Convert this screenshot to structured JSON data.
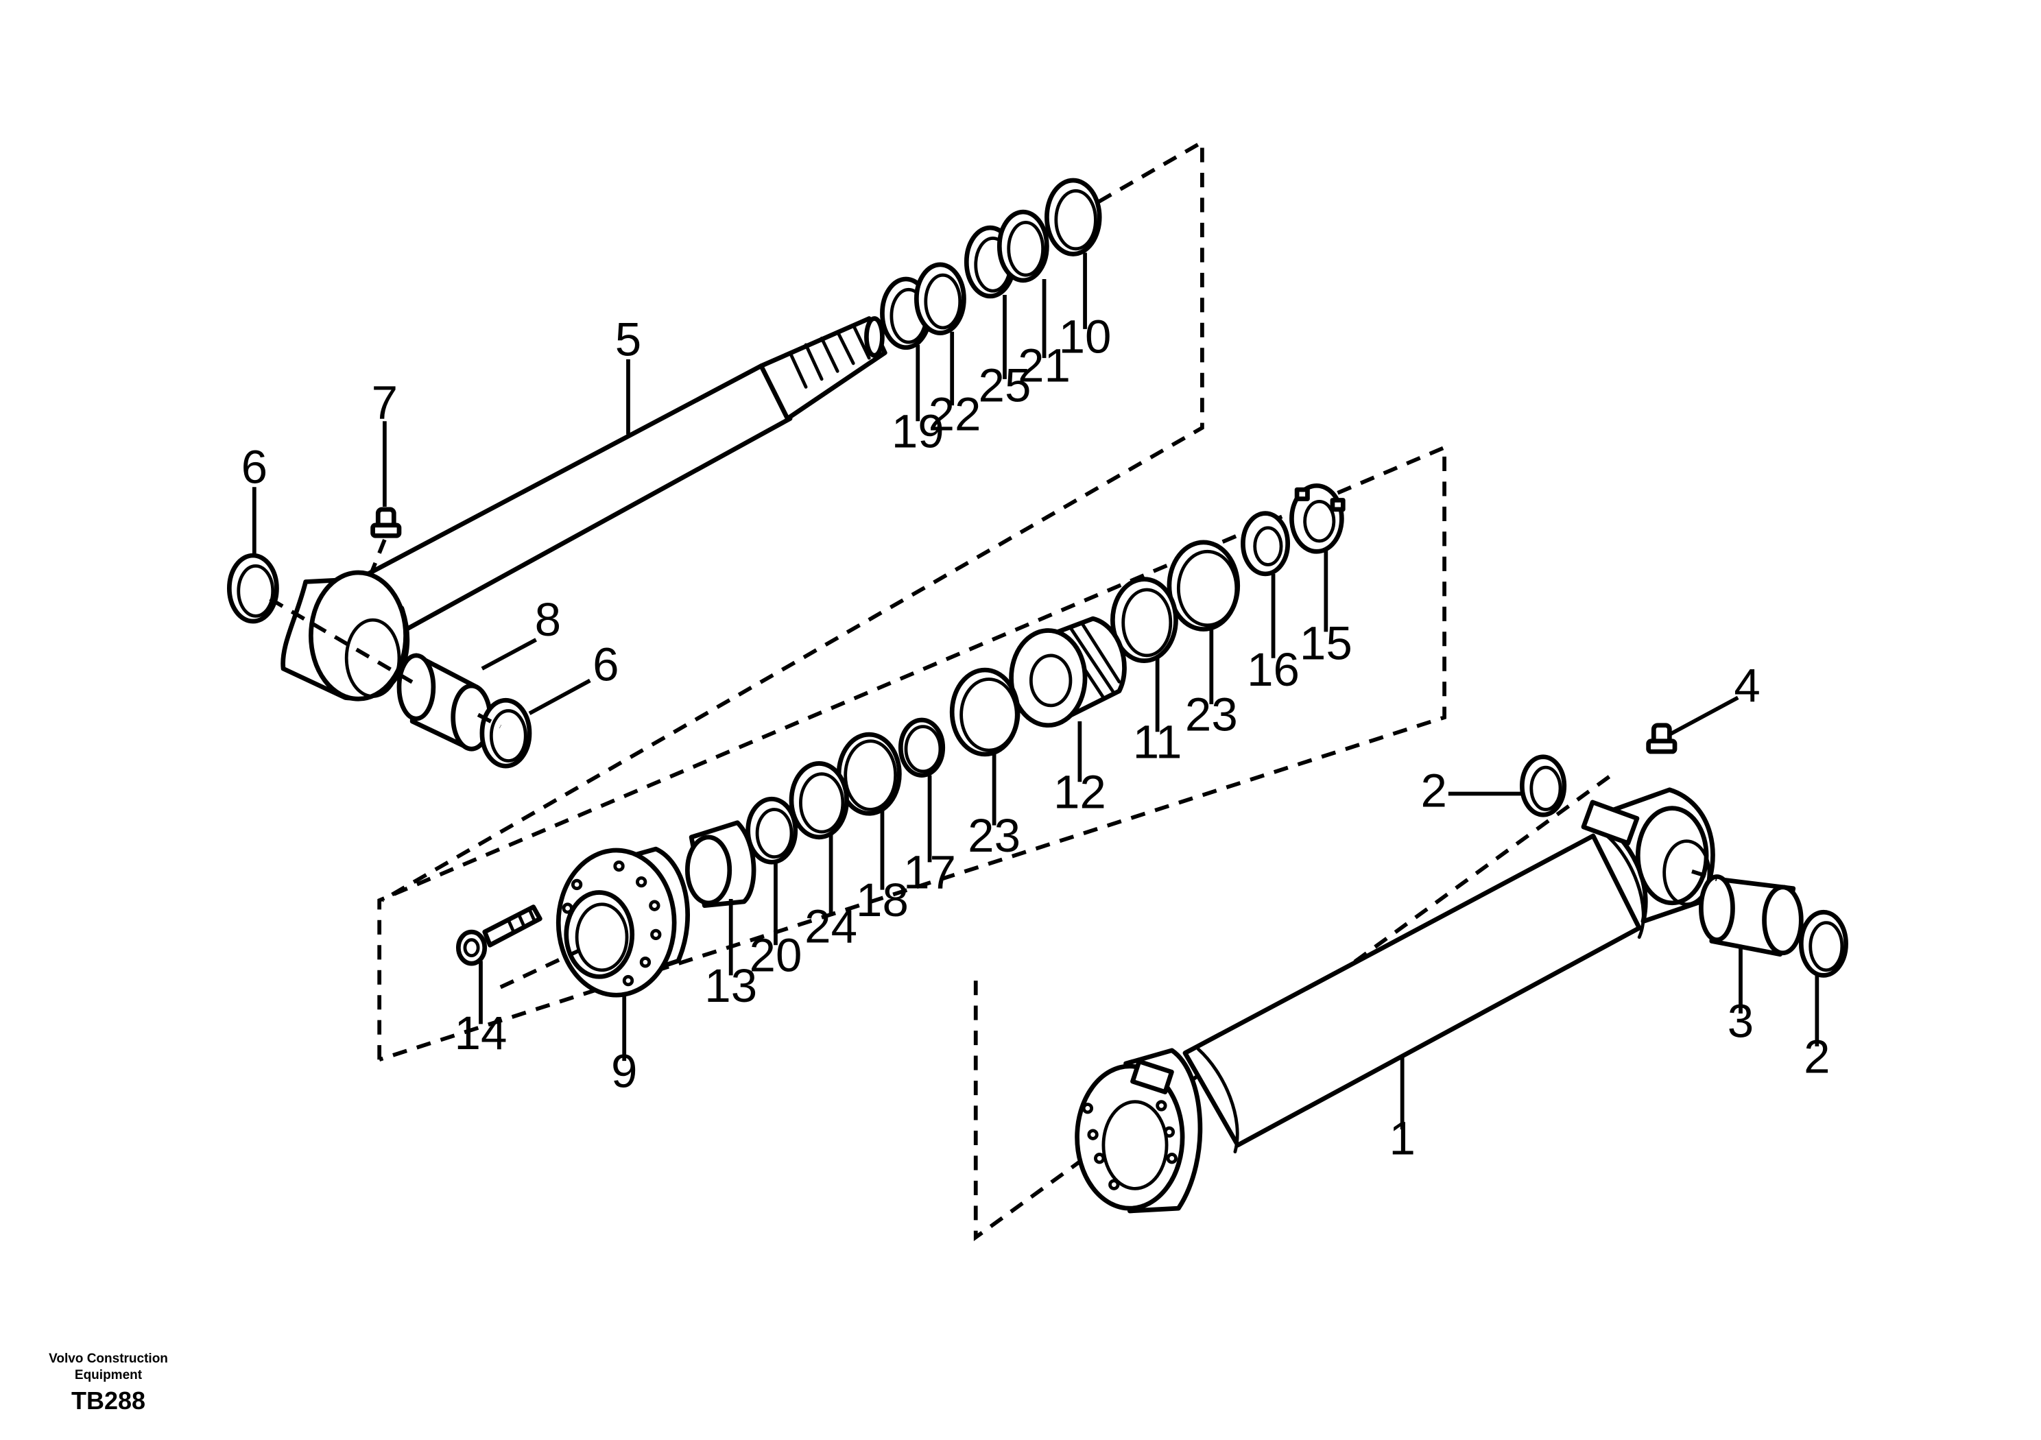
{
  "footer": {
    "brand_line1": "Volvo Construction",
    "brand_line2": "Equipment",
    "drawing_code": "TB288"
  },
  "callouts": {
    "c1": "1",
    "c2a": "2",
    "c2b": "2",
    "c3": "3",
    "c4": "4",
    "c5": "5",
    "c6a": "6",
    "c6b": "6",
    "c7": "7",
    "c8": "8",
    "c9": "9",
    "c10": "10",
    "c11": "11",
    "c12": "12",
    "c13": "13",
    "c14": "14",
    "c15": "15",
    "c16": "16",
    "c17": "17",
    "c18": "18",
    "c19": "19",
    "c20": "20",
    "c21": "21",
    "c22": "22",
    "c23a": "23",
    "c23b": "23",
    "c24": "24",
    "c25": "25"
  }
}
